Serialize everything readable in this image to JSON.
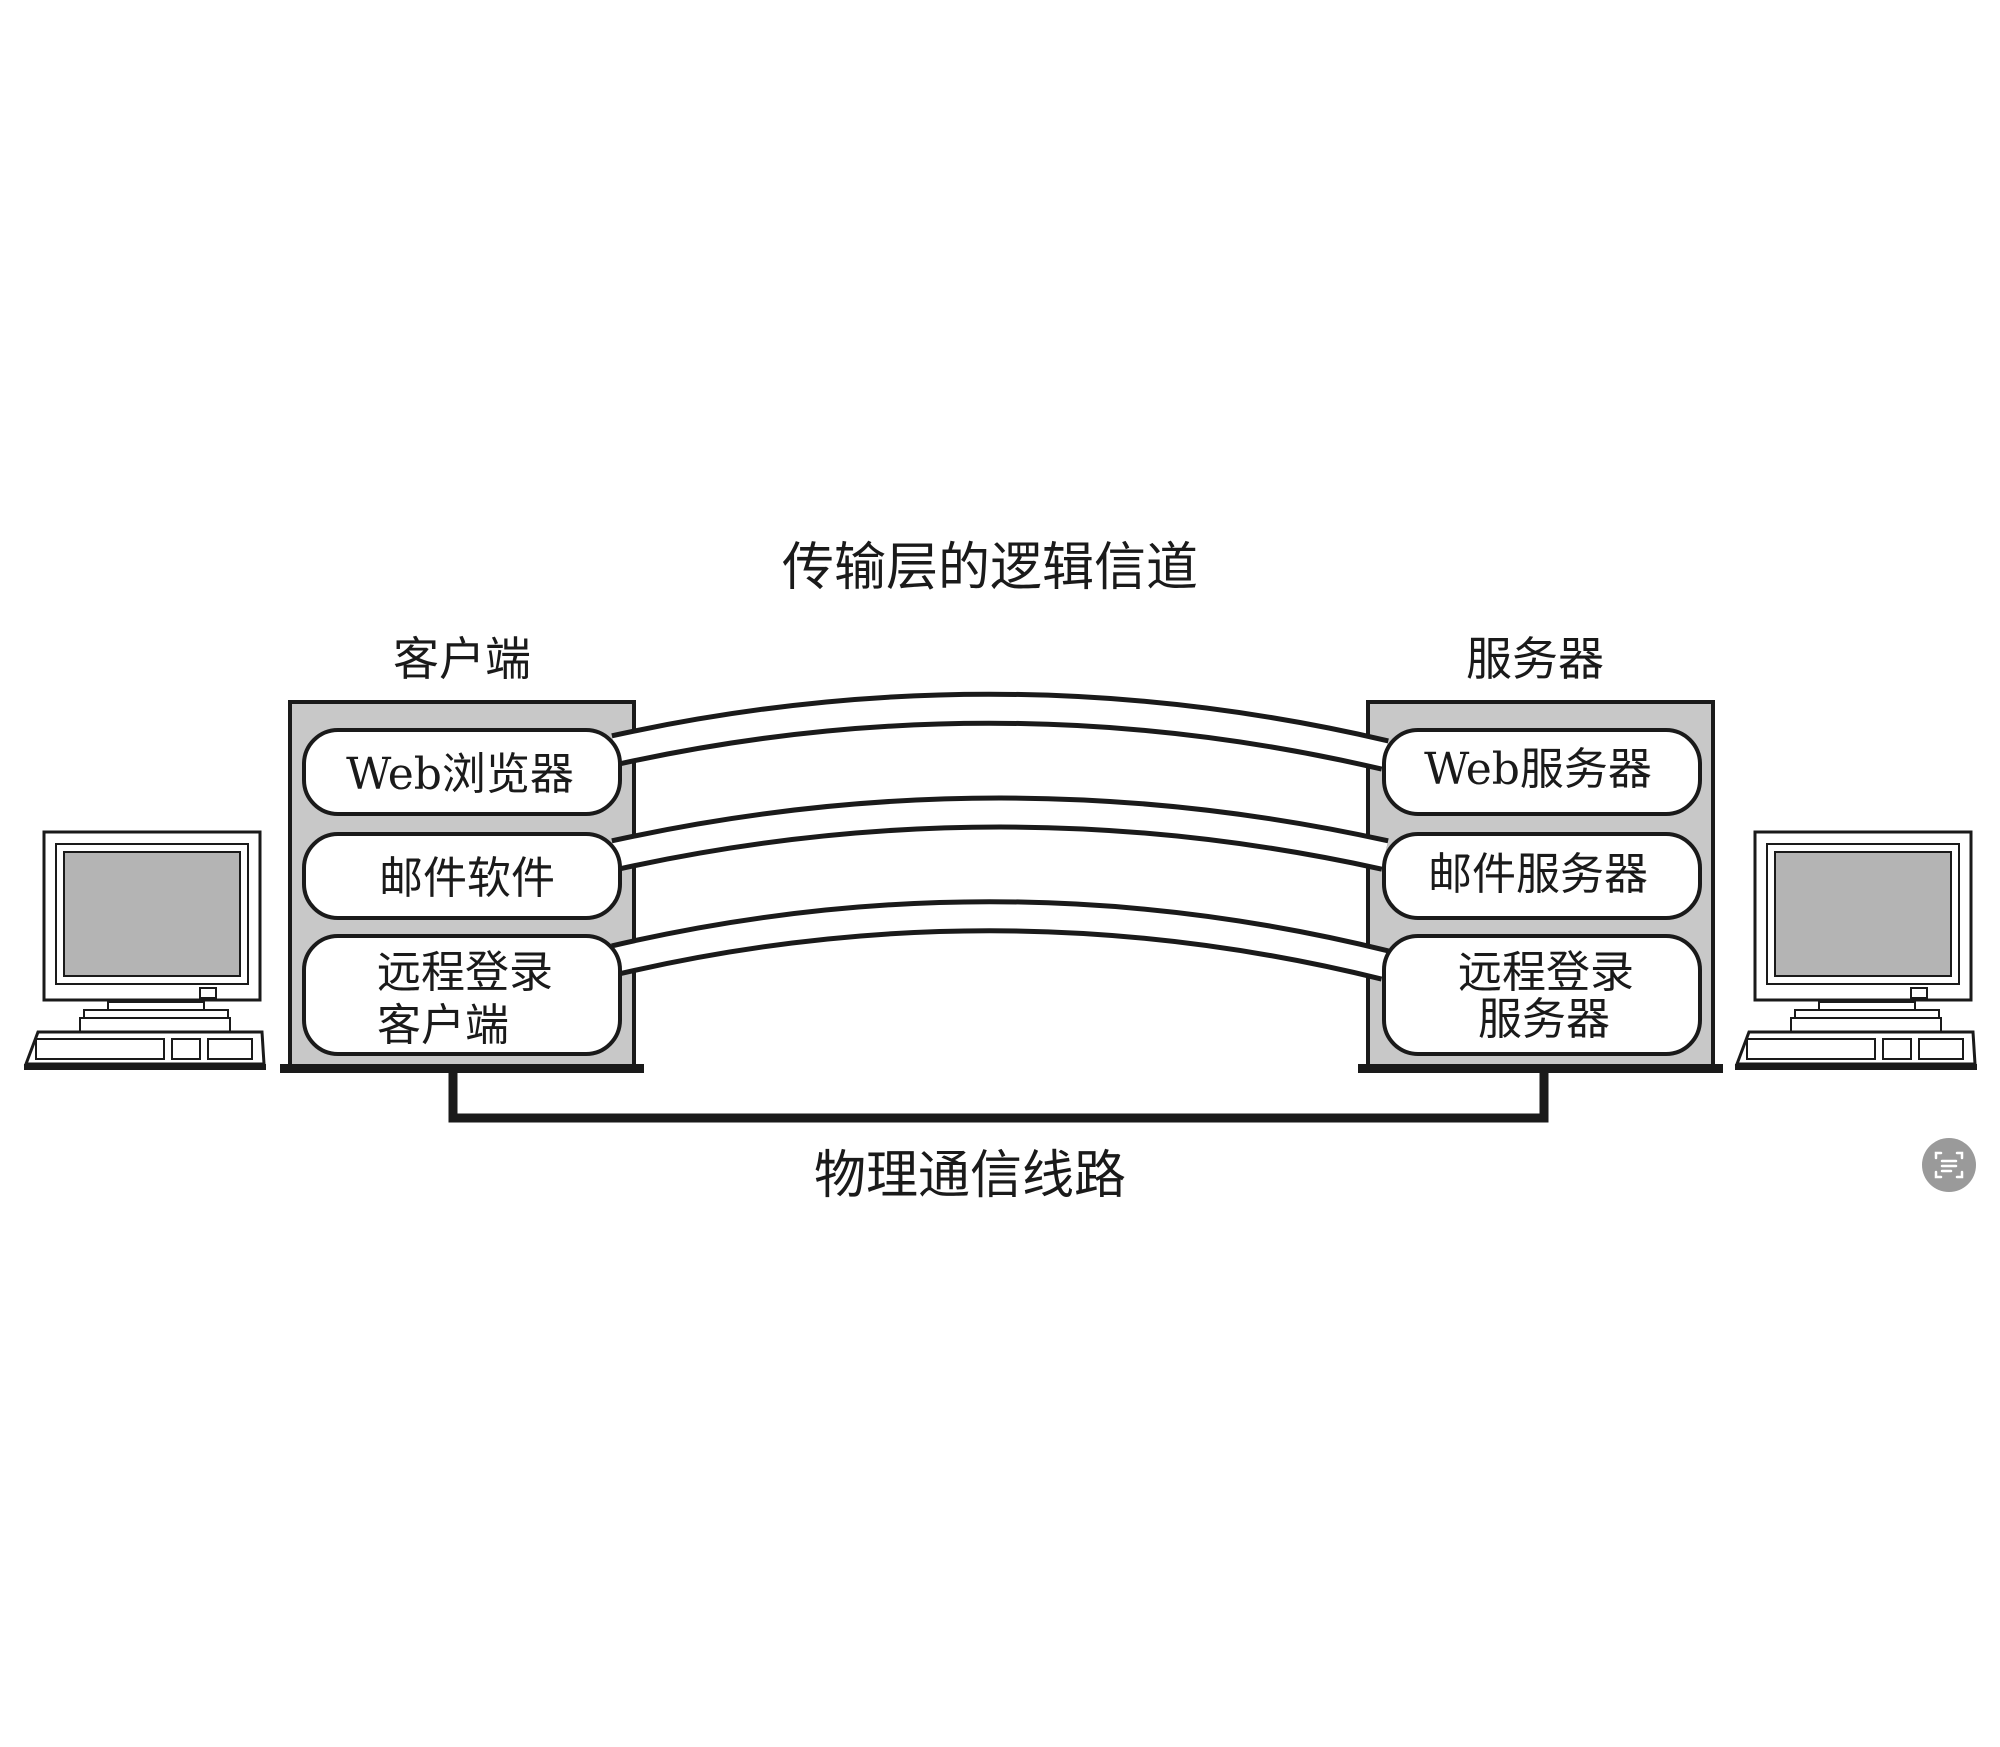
{
  "diagram": {
    "logical_channel_label": "传输层的逻辑信道",
    "physical_line_label": "物理通信线路",
    "client": {
      "title": "客户端",
      "apps": [
        {
          "lines": [
            "Web浏览器"
          ]
        },
        {
          "lines": [
            "邮件软件"
          ]
        },
        {
          "lines": [
            "远程登录",
            "客户端"
          ]
        }
      ]
    },
    "server": {
      "title": "服务器",
      "apps": [
        {
          "lines": [
            "Web服务器"
          ]
        },
        {
          "lines": [
            "邮件服务器"
          ]
        },
        {
          "lines": [
            "远程登录",
            "服务器"
          ]
        }
      ]
    },
    "icons": [
      "desktop-computer-icon",
      "desktop-computer-icon",
      "lens-icon"
    ],
    "colors": {
      "background": "#ffffff",
      "panel_fill": "#c8c8c8",
      "screen_fill": "#b4b4b4",
      "stroke": "#1a1a1a",
      "lens_button": "#9a9a9a"
    }
  }
}
